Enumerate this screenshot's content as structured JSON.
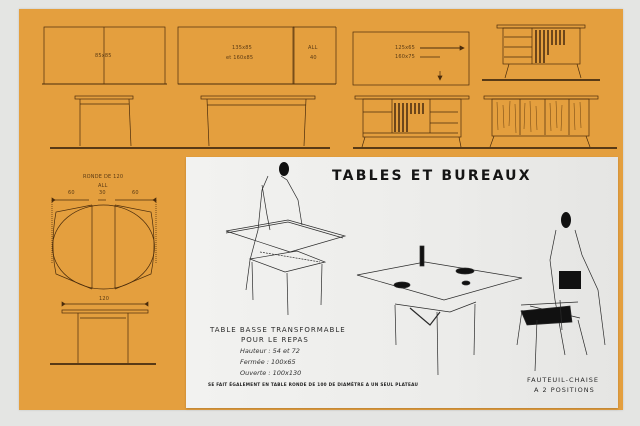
{
  "page": {
    "title": "TABLES ET BUREAUX",
    "colors": {
      "background": "#e4e5e3",
      "card_orange": "#e49f3e",
      "panel_white": "#efefed",
      "ink_dark": "#2a1a08",
      "title_black": "#141414"
    }
  },
  "top_diagrams": {
    "table_small": {
      "dimension": "85x85"
    },
    "table_medium": {
      "dimension_1": "135x85",
      "dimension_2": "et 160x85",
      "extension_1": "ALL",
      "extension_2": "40"
    },
    "desk_plan": {
      "dimension_1": "125x65",
      "dimension_2": "160x75"
    }
  },
  "round_table": {
    "title": "RONDE DE 120",
    "extension_label": "ALL",
    "segments": [
      "60",
      "30",
      "60"
    ],
    "width": "120"
  },
  "transformable_table": {
    "caption_line1": "TABLE BASSE TRANSFORMABLE",
    "caption_line2": "POUR LE REPAS",
    "specs": [
      "Hauteur : 54 et 72",
      "Fermée : 100x65",
      "Ouverte : 100x130"
    ]
  },
  "armchair": {
    "caption_line1": "FAUTEUIL-CHAISE",
    "caption_line2": "A 2 POSITIONS"
  },
  "footnote": "SE FAIT ÉGALEMENT EN TABLE RONDE DE 100 DE DIAMÈTRE A UN SEUL PLATEAU"
}
